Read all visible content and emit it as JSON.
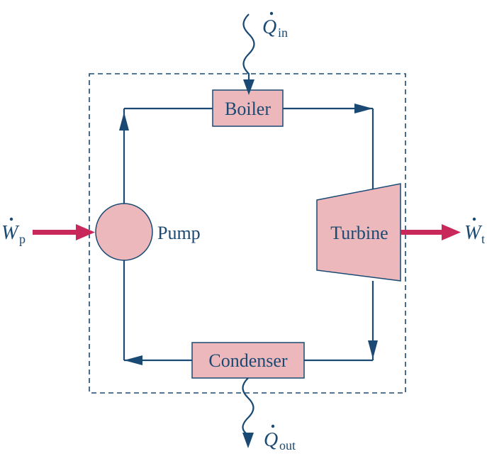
{
  "components": {
    "boiler": "Boiler",
    "turbine": "Turbine",
    "condenser": "Condenser",
    "pump": "Pump"
  },
  "energy_flows": {
    "heat_in": {
      "symbol": "Q",
      "subscript": "in"
    },
    "heat_out": {
      "symbol": "Q",
      "subscript": "out"
    },
    "work_pump": {
      "symbol": "W",
      "subscript": "p"
    },
    "work_turbine": {
      "symbol": "W",
      "subscript": "t"
    }
  },
  "colors": {
    "line": "#1a4a73",
    "component_fill": "#ecb8bc",
    "component_stroke": "#1a4a73",
    "work_arrow": "#c8285a",
    "boundary": "#1a4a73"
  }
}
